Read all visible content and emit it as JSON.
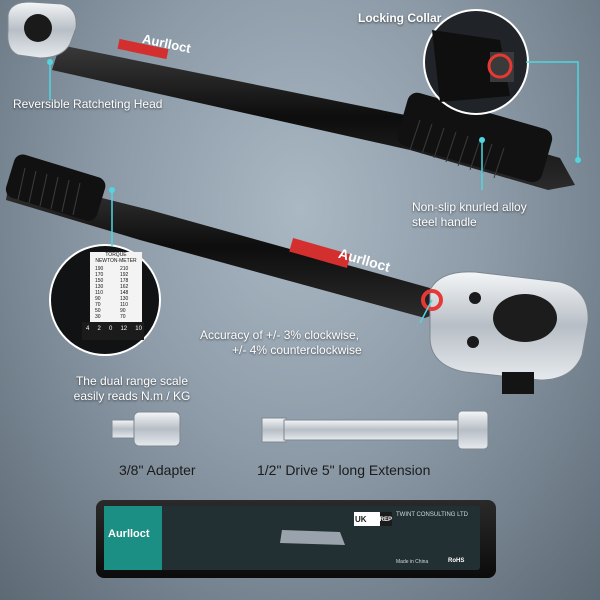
{
  "labels": {
    "locking_collar": "Locking Collar",
    "reversible_head": "Reversible Ratcheting Head",
    "handle_line1": "Non-slip knurled alloy",
    "handle_line2": "steel handle",
    "accuracy_line1": "Accuracy of +/- 3% clockwise,",
    "accuracy_line2": "+/- 4% counterclockwise",
    "scale_line1": "The dual range scale",
    "scale_line2": "easily reads N.m / KG",
    "adapter": "3/8\" Adapter",
    "extension": "1/2\" Drive 5\" long Extension"
  },
  "brand": "Aurlloct",
  "scale": {
    "header": "TORQUE",
    "units": "NEWTON·METER",
    "left_values": [
      "190",
      "170",
      "150",
      "130",
      "110",
      "90",
      "70",
      "50",
      "30"
    ],
    "right_values": [
      "210",
      "192",
      "178",
      "162",
      "148",
      "130",
      "110",
      "90",
      "70"
    ],
    "dial_values": [
      "4",
      "2",
      "0",
      "12",
      "10"
    ]
  },
  "case": {
    "brand": "Aurlloct",
    "badges": [
      "UK",
      "REP"
    ],
    "company": "TWINT CONSULTING LTD",
    "footer": "Made in China",
    "rohs": "RoHS"
  },
  "colors": {
    "accent_red": "#e53935",
    "cyan_leader": "#4fd6e0",
    "tool_black": "#151515",
    "chrome": "#d9dde1"
  }
}
